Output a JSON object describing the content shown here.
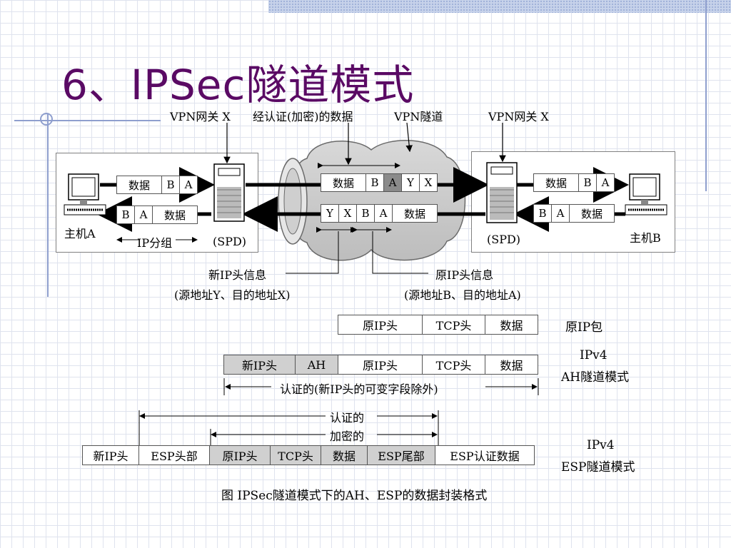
{
  "slide": {
    "title": "6、IPSec隧道模式"
  },
  "diagram": {
    "gateway_x_left": "VPN网关 X",
    "authenticated_data": "经认证(加密)的数据",
    "vpn_tunnel": "VPN隧道",
    "gateway_x_right": "VPN网关 X",
    "host_a": "主机A",
    "host_b": "主机B",
    "ip_group": "IP分组",
    "spd_left": "(SPD)",
    "spd_right": "(SPD)",
    "new_ip_header_info": "新IP头信息",
    "new_ip_header_addr": "(源地址Y、目的地址X)",
    "orig_ip_header_info": "原IP头信息",
    "orig_ip_header_addr": "(源地址B、目的地址A)",
    "packet_left_top": [
      "数据",
      "B",
      "A"
    ],
    "packet_left_bottom": [
      "B",
      "A",
      "数据"
    ],
    "packet_tunnel_top": [
      "数据",
      "B",
      "A",
      "Y",
      "X"
    ],
    "packet_tunnel_bottom": [
      "Y",
      "X",
      "B",
      "A",
      "数据"
    ],
    "packet_right_top": [
      "数据",
      "B",
      "A"
    ],
    "packet_right_bottom": [
      "B",
      "A",
      "数据"
    ]
  },
  "formats": {
    "original": {
      "fields": [
        "原IP头",
        "TCP头",
        "数据"
      ],
      "label": "原IP包"
    },
    "ah": {
      "fields": [
        "新IP头",
        "AH",
        "原IP头",
        "TCP头",
        "数据"
      ],
      "label_line1": "IPv4",
      "label_line2": "AH隧道模式",
      "span_note": "认证的(新IP头的可变字段除外)"
    },
    "esp": {
      "fields": [
        "新IP头",
        "ESP头部",
        "原IP头",
        "TCP头",
        "数据",
        "ESP尾部",
        "ESP认证数据"
      ],
      "label_line1": "IPv4",
      "label_line2": "ESP隧道模式",
      "authenticated": "认证的",
      "encrypted": "加密的"
    },
    "caption": "图  IPSec隧道模式下的AH、ESP的数据封装格式"
  }
}
